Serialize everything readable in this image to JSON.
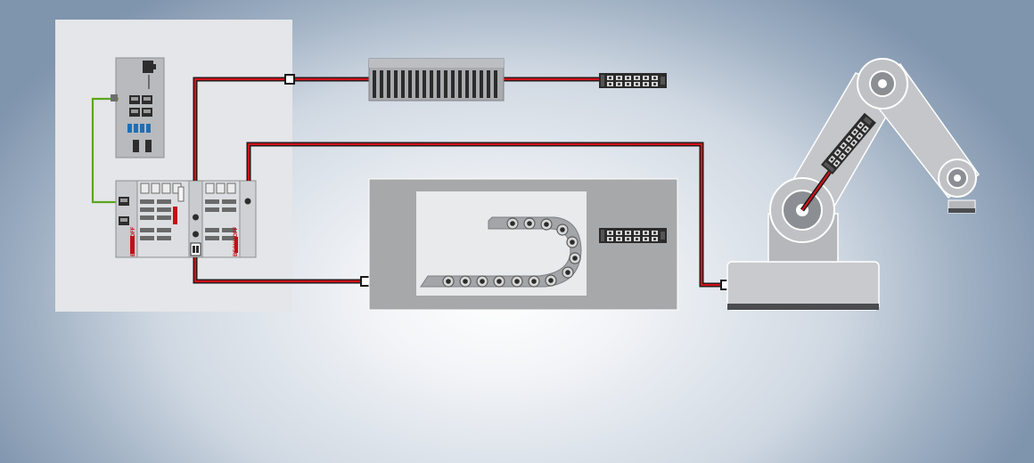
{
  "diagram": {
    "brand_text": "BECKHOFF",
    "colors": {
      "cable_red": "#d0121b",
      "cable_black": "#1a1a1a",
      "ethernet_green": "#5aa61e",
      "panel_light": "#e4e6e9",
      "device_grey": "#a9abae",
      "box_grey": "#a6a8aa"
    },
    "nodes": [
      {
        "id": "industrial-pc",
        "icon": "industrial-pc-icon"
      },
      {
        "id": "ethercat-coupler",
        "icon": "ethercat-coupler-icon"
      },
      {
        "id": "io-module-block",
        "icon": "io-module-block-icon"
      },
      {
        "id": "io-box-top",
        "icon": "io-box-icon"
      },
      {
        "id": "cable-chain",
        "icon": "cable-chain-icon"
      },
      {
        "id": "io-box-chain",
        "icon": "io-box-icon"
      },
      {
        "id": "robot-arm",
        "icon": "robot-arm-icon"
      },
      {
        "id": "io-box-robot",
        "icon": "io-box-icon"
      }
    ]
  }
}
